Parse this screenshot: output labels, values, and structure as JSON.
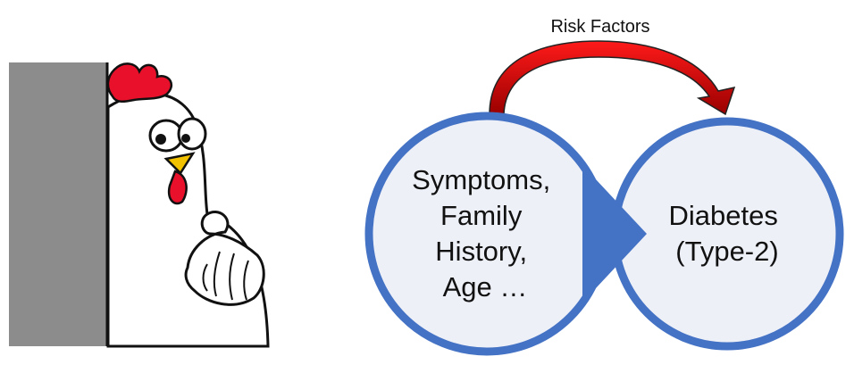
{
  "diagram": {
    "arrow_label": "Risk Factors",
    "left_node": {
      "lines": [
        "Symptoms,",
        "Family",
        "History,",
        "Age …"
      ]
    },
    "right_node": {
      "lines": [
        "Diabetes",
        "(Type-2)"
      ]
    }
  },
  "colors": {
    "circle_fill": "#eef0f8",
    "circle_stroke": "#4472c4",
    "connector": "#4472c4",
    "arrow_red": "#d40000",
    "wall_gray": "#8c8c8c",
    "comb_red": "#e8102a"
  }
}
